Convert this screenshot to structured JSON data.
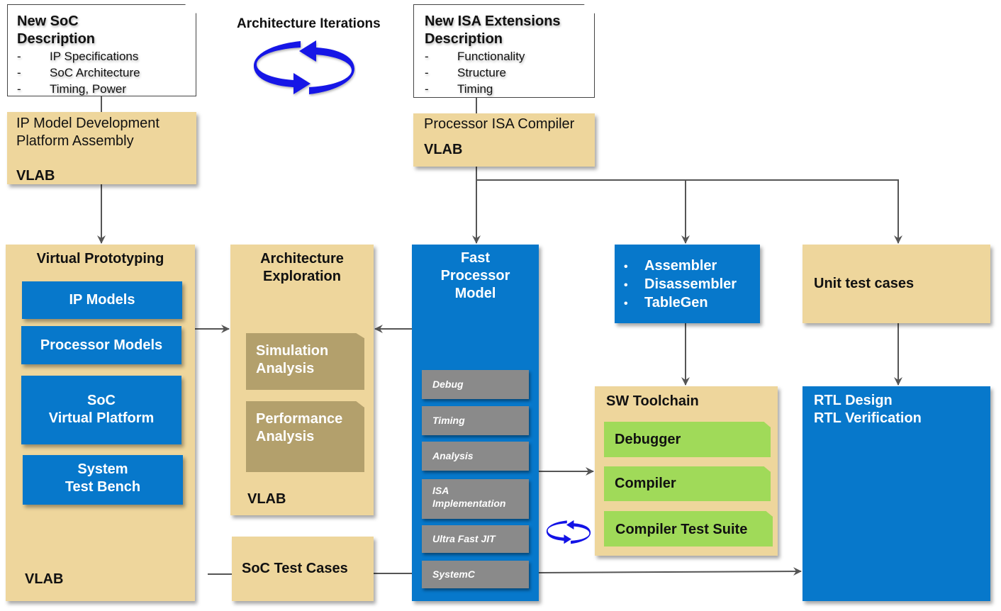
{
  "title_label": "Architecture Iterations",
  "soc_description": {
    "title_line1": "New SoC",
    "title_line2": "Description",
    "items": [
      "IP Specifications",
      "SoC Architecture",
      "Timing, Power"
    ],
    "bullet": "-"
  },
  "isa_description": {
    "title_line1": "New ISA Extensions",
    "title_line2": "Description",
    "items": [
      "Functionality",
      "Structure",
      "Timing"
    ],
    "bullet": "-"
  },
  "ip_model_box": {
    "line1": "IP Model Development",
    "line2": "Platform Assembly",
    "footer": "VLAB"
  },
  "isa_compiler_box": {
    "line1": "Processor ISA Compiler",
    "footer": "VLAB"
  },
  "virtual_prototyping": {
    "title": "Virtual Prototyping",
    "blocks": [
      {
        "line1": "IP Models",
        "line2": ""
      },
      {
        "line1": "Processor Models",
        "line2": ""
      },
      {
        "line1": "SoC",
        "line2": "Virtual Platform"
      },
      {
        "line1": "System",
        "line2": "Test Bench"
      }
    ],
    "footer": "VLAB"
  },
  "architecture_exploration": {
    "title_line1": "Architecture",
    "title_line2": "Exploration",
    "blocks": [
      {
        "line1": "Simulation",
        "line2": "Analysis"
      },
      {
        "line1": "Performance",
        "line2": "Analysis"
      }
    ],
    "footer": "VLAB"
  },
  "fast_processor_model": {
    "title_line1": "Fast",
    "title_line2": "Processor",
    "title_line3": "Model",
    "modules": [
      {
        "line1": "Debug",
        "line2": ""
      },
      {
        "line1": "Timing",
        "line2": ""
      },
      {
        "line1": "Analysis",
        "line2": ""
      },
      {
        "line1": "ISA",
        "line2": "Implementation"
      },
      {
        "line1": "Ultra Fast JIT",
        "line2": ""
      },
      {
        "line1": "SystemC",
        "line2": ""
      }
    ]
  },
  "assembler_box": {
    "bullet": "•",
    "items": [
      "Assembler",
      "Disassembler",
      "TableGen"
    ]
  },
  "unit_test_box": {
    "label": "Unit test cases"
  },
  "sw_toolchain": {
    "title": "SW Toolchain",
    "items": [
      "Debugger",
      "Compiler",
      "Compiler Test Suite"
    ]
  },
  "rtl_box": {
    "line1": "RTL Design",
    "line2": "RTL Verification"
  },
  "soc_test_cases": {
    "label": "SoC Test Cases"
  },
  "icons": {
    "large_cycle": "cycle-arrows-icon",
    "small_cycle": "cycle-arrows-icon"
  },
  "colors": {
    "tan": "#eed69c",
    "blue": "#0778cb",
    "gray": "#8a8a8a",
    "olive": "#b3a06c",
    "green": "#a0da59",
    "arrow": "#555555",
    "cycle_blue": "#1010e8"
  }
}
